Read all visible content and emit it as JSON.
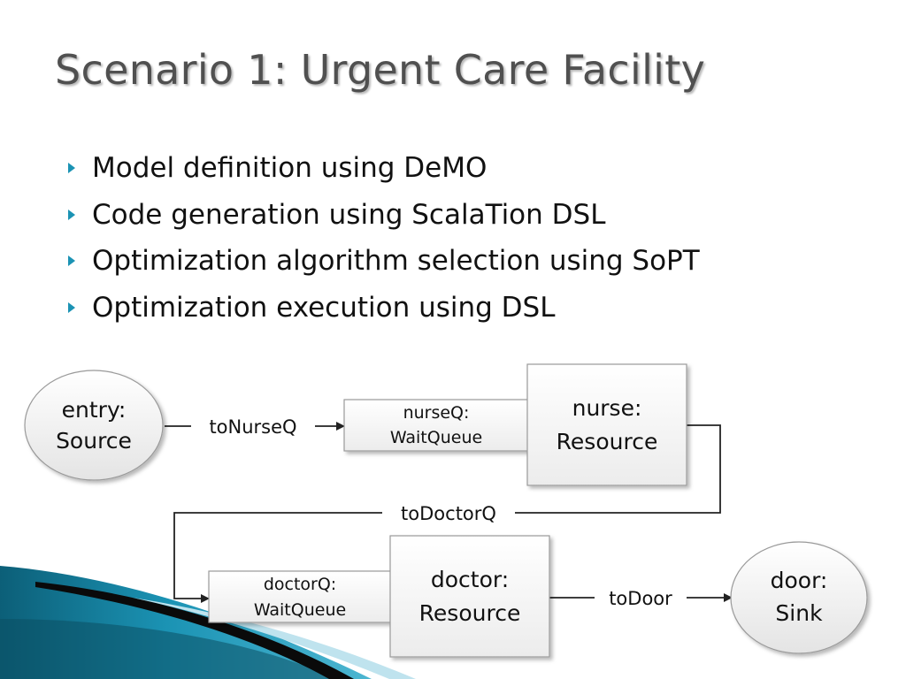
{
  "slide": {
    "title": "Scenario 1: Urgent Care Facility",
    "bullets": [
      "Model definition using DeMO",
      "Code generation using ScalaTion DSL",
      "Optimization algorithm selection using SoPT",
      "Optimization execution using DSL"
    ]
  },
  "diagram": {
    "nodes": {
      "entry": {
        "line1": "entry:",
        "line2": "Source"
      },
      "nurseQ": {
        "line1": "nurseQ:",
        "line2": "WaitQueue"
      },
      "nurse": {
        "line1": "nurse:",
        "line2": "Resource"
      },
      "doctorQ": {
        "line1": "doctorQ:",
        "line2": "WaitQueue"
      },
      "doctor": {
        "line1": "doctor:",
        "line2": "Resource"
      },
      "door": {
        "line1": "door:",
        "line2": "Sink"
      }
    },
    "edges": {
      "toNurseQ": "toNurseQ",
      "toDoctorQ": "toDoctorQ",
      "toDoor": "toDoor"
    }
  },
  "colors": {
    "accent": "#1b93b4",
    "title": "#505050"
  }
}
